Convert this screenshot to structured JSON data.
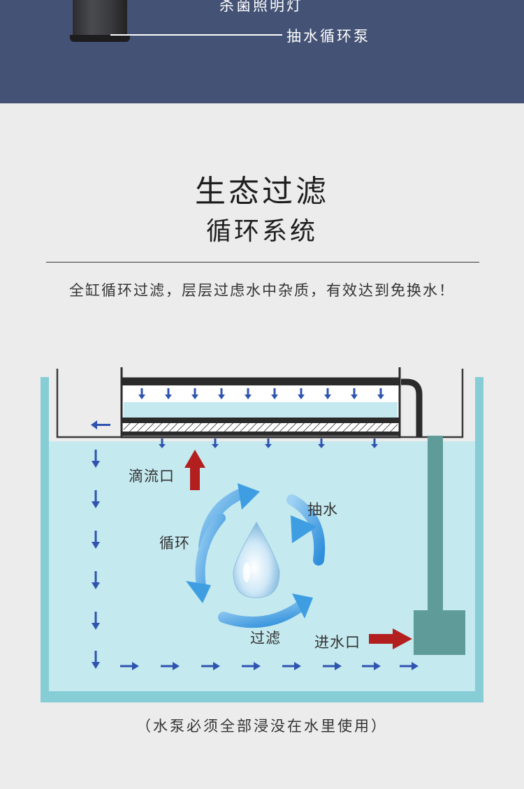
{
  "top": {
    "light_label": "杀菌照明灯",
    "pump_label": "抽水循环泵"
  },
  "heading": {
    "line1": "生态过滤",
    "line2": "循环系统"
  },
  "description": "全缸循环过滤，层层过虑水中杂质，有效达到免换水！",
  "diagram": {
    "labels": {
      "drip_outlet": "滴流口",
      "pump_water": "抽水",
      "circulate": "循环",
      "filter": "过滤",
      "water_inlet": "进水口"
    }
  },
  "footnote": "（水泵必须全部浸没在水里使用）",
  "colors": {
    "top_band": "#445375",
    "water": "#c4e9ef",
    "tank_wall": "#86cdd6",
    "flow_arrow": "#2f54b0",
    "red_arrow": "#b31f1f",
    "pump": "#5f9c99",
    "cycle_arrow": "#3f9ee2"
  },
  "icons": {
    "center": "water-drop-icon",
    "cycle": "circular-arrows-icon"
  }
}
